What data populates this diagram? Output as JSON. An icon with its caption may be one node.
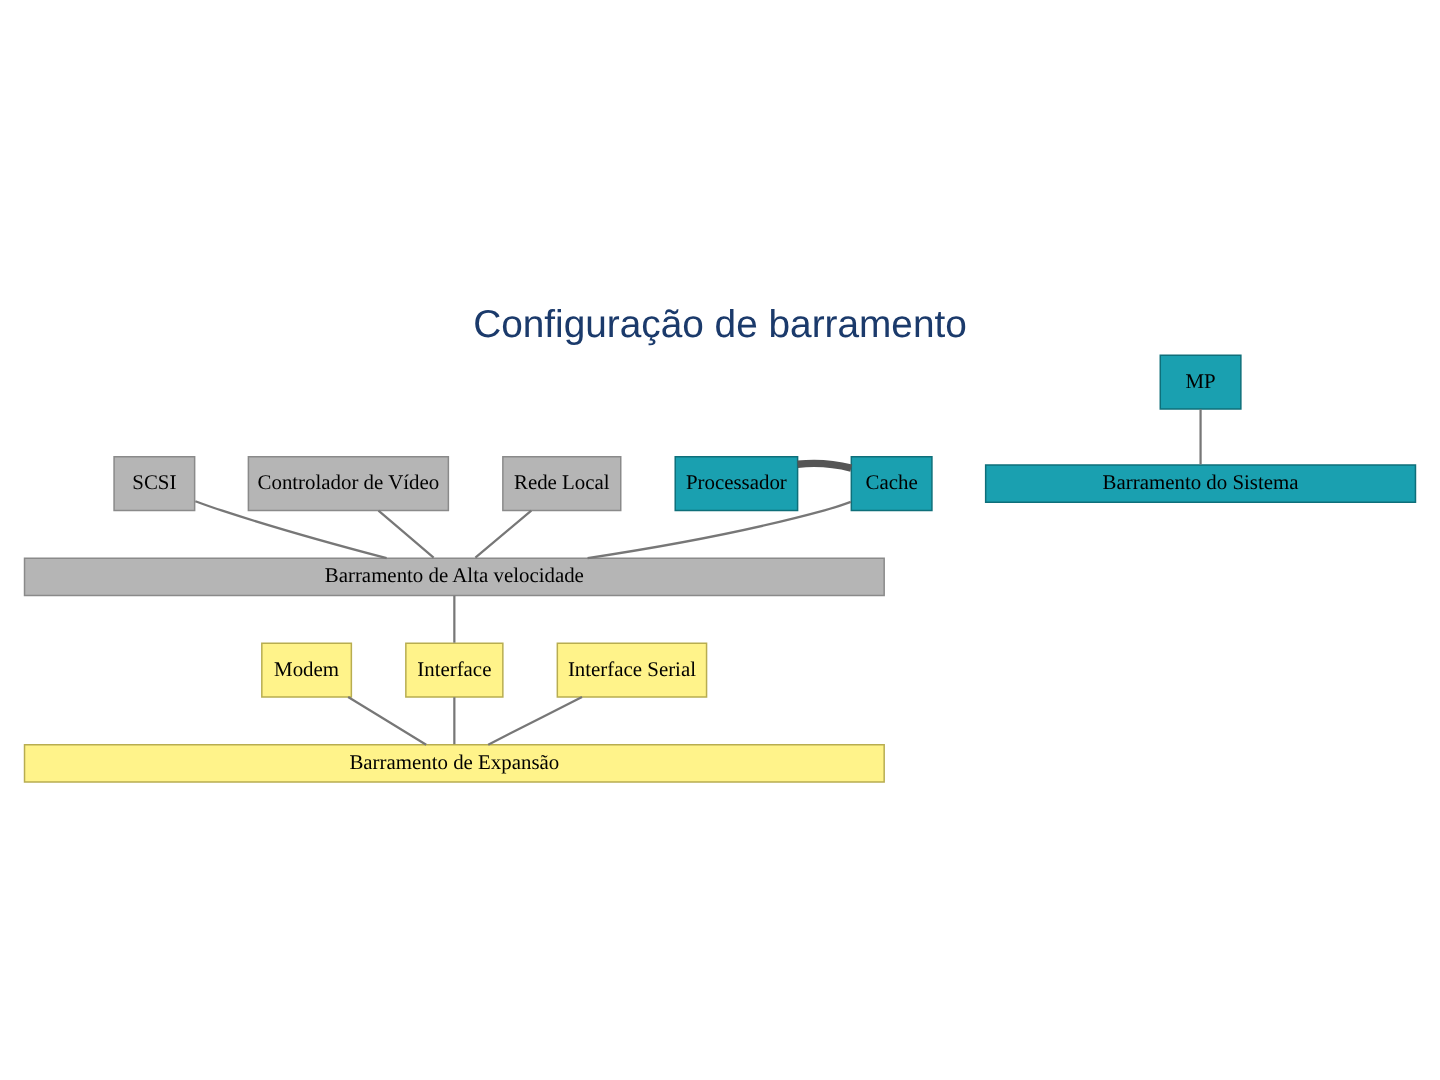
{
  "diagram": {
    "title": "Configuração de barramento",
    "nodes": [
      {
        "text": [
          "MP"
        ]
      },
      {
        "text": [
          "Processador"
        ]
      },
      {
        "text": [
          "Cache"
        ]
      },
      {
        "text": [
          "Barramento do Sistema"
        ]
      },
      {
        "text": [
          "SCSI"
        ]
      },
      {
        "text": [
          "Controlador de Vídeo"
        ]
      },
      {
        "text": [
          "Rede Local"
        ]
      },
      {
        "text": [
          "Barramento de Alta velocidade"
        ]
      },
      {
        "text": [
          "Modem"
        ]
      },
      {
        "text": [
          "Interface"
        ]
      },
      {
        "text": [
          "Interface Serial"
        ]
      },
      {
        "text": [
          "Barramento de Expansão"
        ]
      }
    ],
    "edges": [
      {
        "from": 0,
        "to": 3,
        "arrow": "none"
      },
      {
        "from": 1,
        "to": 2,
        "arrow": "none",
        "style": "thick"
      },
      {
        "from": 2,
        "to": 7,
        "arrow": "none"
      },
      {
        "from": 4,
        "to": 7,
        "arrow": "none"
      },
      {
        "from": 5,
        "to": 7,
        "arrow": "none"
      },
      {
        "from": 6,
        "to": 7,
        "arrow": "none"
      },
      {
        "from": 7,
        "to": 9,
        "arrow": "none"
      },
      {
        "from": 8,
        "to": 11,
        "arrow": "none"
      },
      {
        "from": 9,
        "to": 11,
        "arrow": "none"
      },
      {
        "from": 10,
        "to": 11,
        "arrow": "none"
      }
    ]
  }
}
